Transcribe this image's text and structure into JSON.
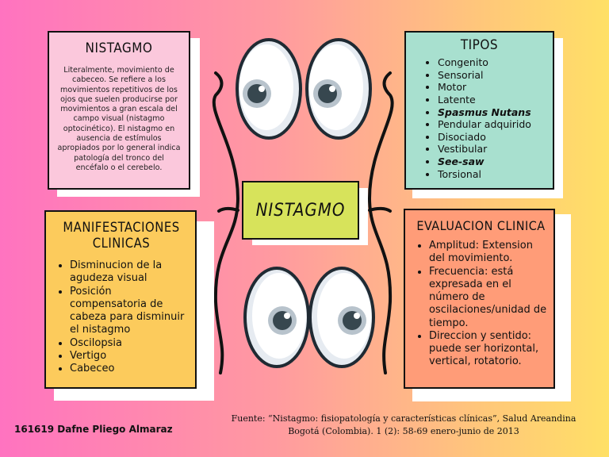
{
  "nistagmo_box": {
    "title": "NISTAGMO",
    "text": "Literalmente, movimiento de cabeceo. Se refiere a los movimientos repetitivos de los ojos que suelen producirse por movimientos a gran escala del campo visual (nistagmo optocinético). El nistagmo en ausencia de estímulos apropiados por lo general indica patología del tronco del encéfalo o el cerebelo."
  },
  "tipos_box": {
    "title": "TIPOS",
    "items": [
      {
        "text": "Congenito",
        "bold": false
      },
      {
        "text": "Sensorial",
        "bold": false
      },
      {
        "text": "Motor",
        "bold": false
      },
      {
        "text": "Latente",
        "bold": false
      },
      {
        "text": "Spasmus Nutans",
        "bold": true
      },
      {
        "text": "Pendular adquirido",
        "bold": false
      },
      {
        "text": "Disociado",
        "bold": false
      },
      {
        "text": "Vestibular",
        "bold": false
      },
      {
        "text": "See-saw",
        "bold": true
      },
      {
        "text": "Torsional",
        "bold": false
      }
    ]
  },
  "center_box": {
    "title": "NISTAGMO"
  },
  "manifestaciones_box": {
    "title": "MANIFESTACIONES CLINICAS",
    "items": [
      "Disminucion de la agudeza visual",
      "Posición compensatoria de cabeza para disminuir el nistagmo",
      "Oscilopsia",
      "Vertigo",
      "Cabeceo"
    ]
  },
  "evaluacion_box": {
    "title": "EVALUACION CLINICA",
    "items": [
      "Amplitud: Extension del movimiento.",
      "Frecuencia: está expresada en el número de oscilaciones/unidad de tiempo.",
      "Direccion y sentido: puede ser horizontal, vertical, rotatorio."
    ]
  },
  "footer": {
    "author": "161619 Dafne Pliego Almaraz",
    "source_line1": "Fuente:  “Nistagmo: fisiopatología y características clínicas”,  Salud Areandina",
    "source_line2": "Bogotá (Colombia). 1 (2): 58-69 enero-junio de 2013"
  },
  "colors": {
    "pink_card": "#fbc8dc",
    "mint_card": "#a8e0cf",
    "yellow_card": "#fccb5c",
    "salmon_card": "#ff9c78",
    "center_card": "#d7e35b",
    "pupil": "#37474f"
  },
  "icons": [
    "eye-icon"
  ]
}
